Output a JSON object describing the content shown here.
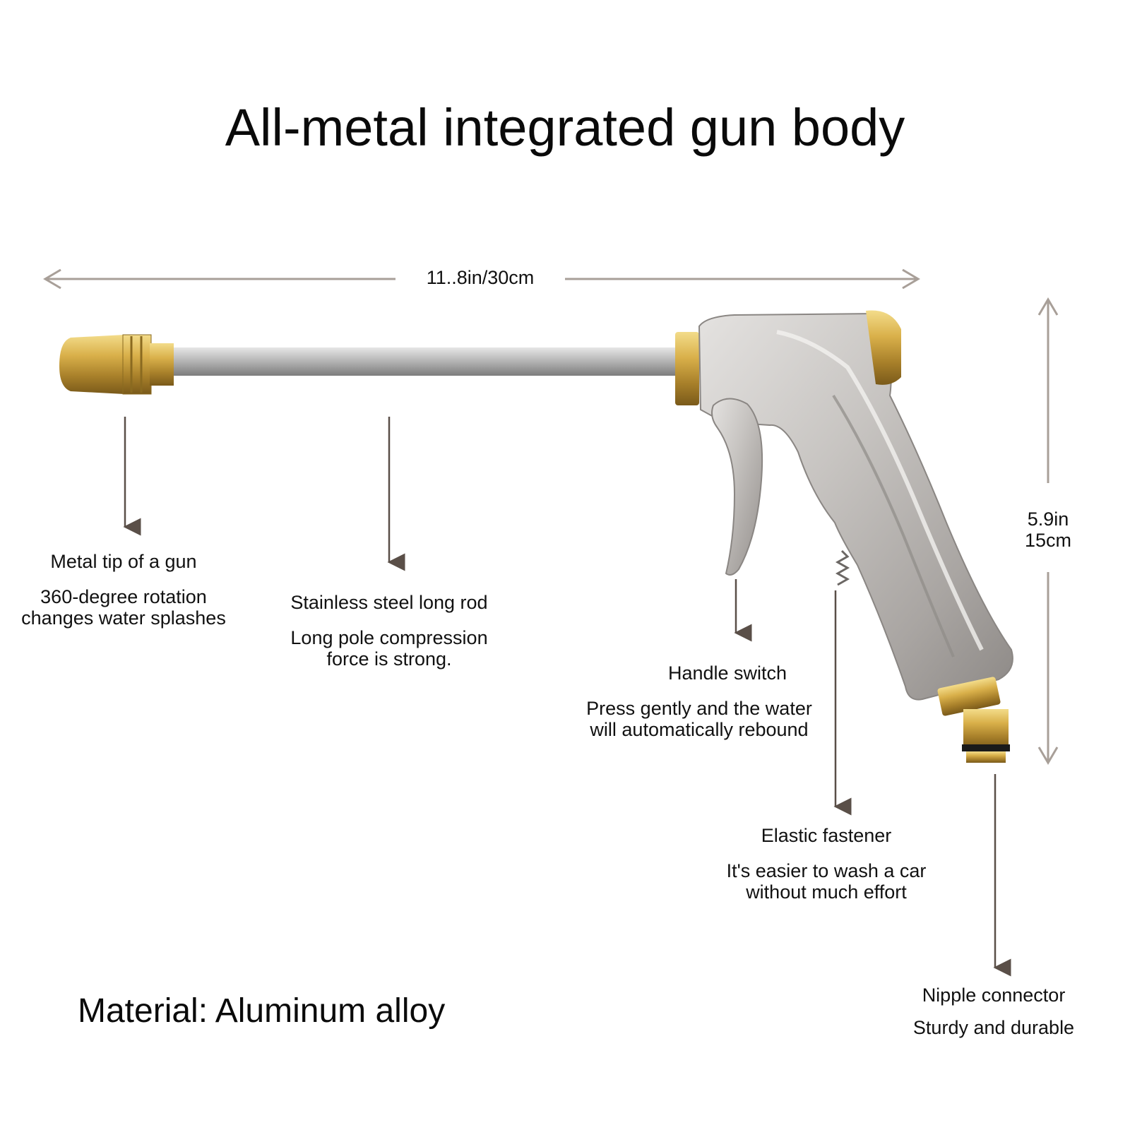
{
  "title": "All-metal integrated gun body",
  "dimensions": {
    "length": "11..8in/30cm",
    "height_in": "5.9in",
    "height_cm": "15cm"
  },
  "callouts": {
    "tip": {
      "head": "Metal tip of a gun",
      "desc_1": "360-degree rotation",
      "desc_2": "changes water splashes"
    },
    "rod": {
      "head": "Stainless steel long rod",
      "desc_1": "Long pole compression",
      "desc_2": "force is strong."
    },
    "switch": {
      "head": "Handle switch",
      "desc_1": "Press gently and the water",
      "desc_2": "will automatically rebound"
    },
    "fastener": {
      "head": "Elastic fastener",
      "desc_1": "It's easier to wash a car",
      "desc_2": "without much effort"
    },
    "connector": {
      "head": "Nipple connector",
      "desc_1": "Sturdy and durable"
    }
  },
  "material": "Material: Aluminum alloy",
  "colors": {
    "arrow": "#5a4f48",
    "dim_line": "#a89f98",
    "brass": "#c9a13c",
    "steel": "#b8b8b8"
  }
}
